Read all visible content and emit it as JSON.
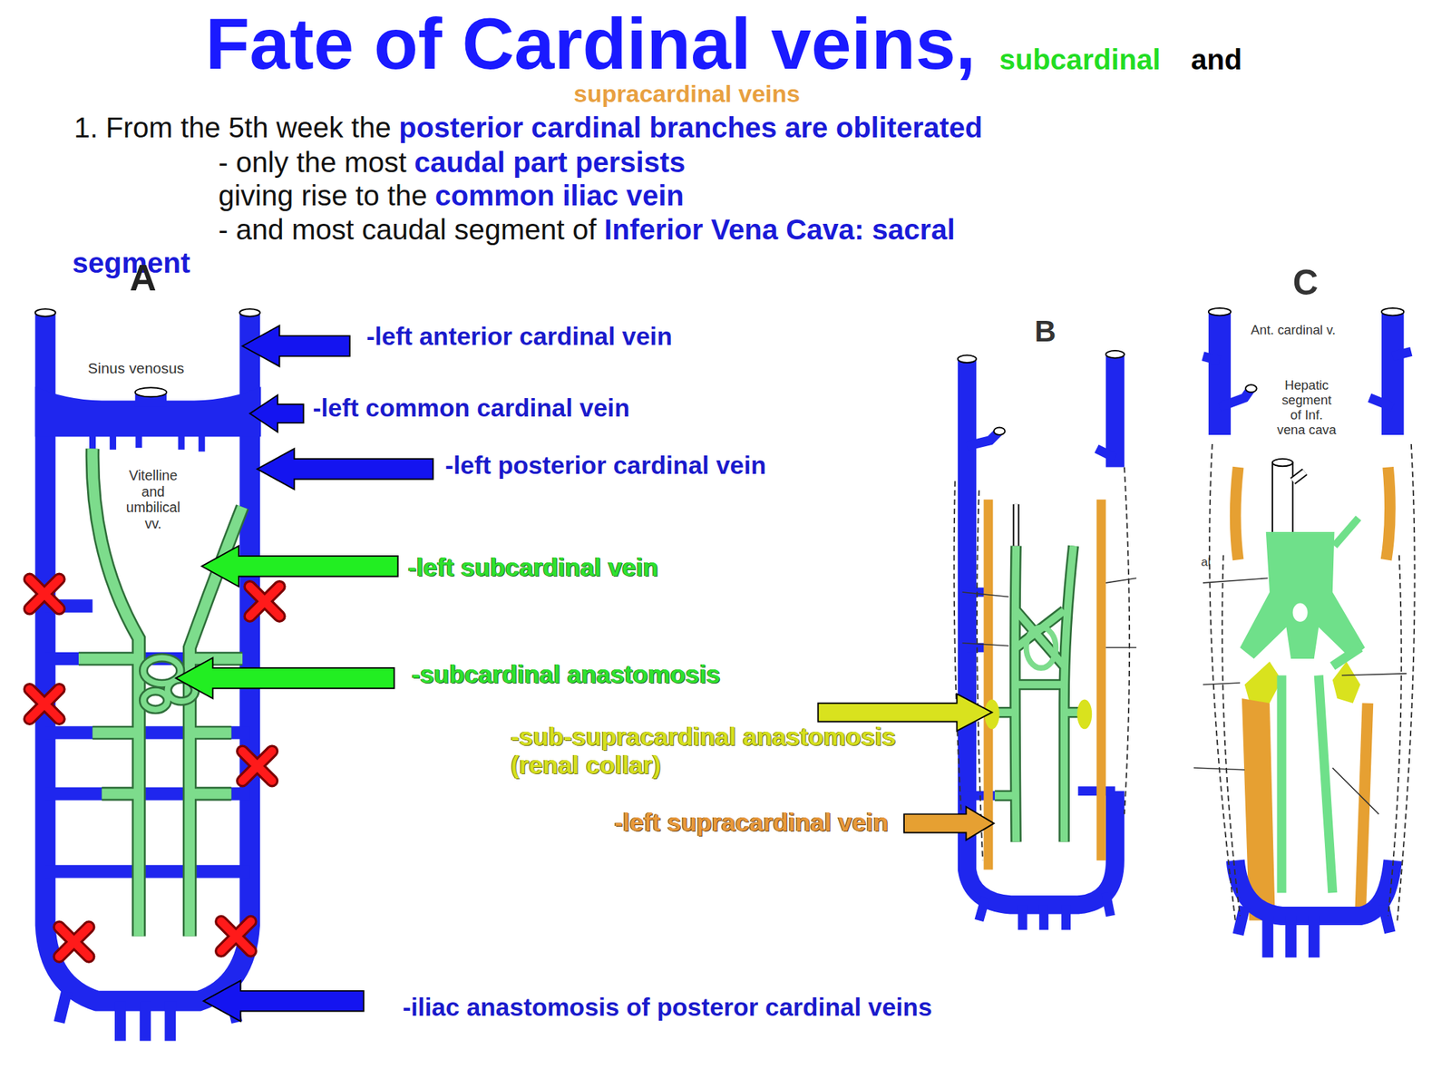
{
  "diagram": {
    "title": "Fate of Cardinal veins,",
    "labels": [
      "subcardinal",
      "and",
      "supracardinal veins",
      "1.",
      "From the 5th week the",
      "posterior cardinal branches are obliterated",
      "- only the most",
      "caudal part persists",
      "giving rise to the",
      "common iliac vein",
      "- and most caudal segment of",
      "Inferior Vena Cava: sacral",
      "segment",
      "A",
      "Sinus venosus",
      "Vitelline and umbilical vv.",
      "-left anterior cardinal vein",
      "-left common cardinal vein",
      "-left posterior cardinal vein",
      "-left subcardinal vein",
      "-subcardinal anastomosis",
      "-sub-supracardinal anastomosis (renal collar)",
      "-left supracardinal vein",
      "-iliac anastomosis of posteror cardinal veins",
      "B",
      "C",
      "Ant. cardinal v.",
      "Hepatic segment of Inf. vena cava",
      "al"
    ]
  }
}
